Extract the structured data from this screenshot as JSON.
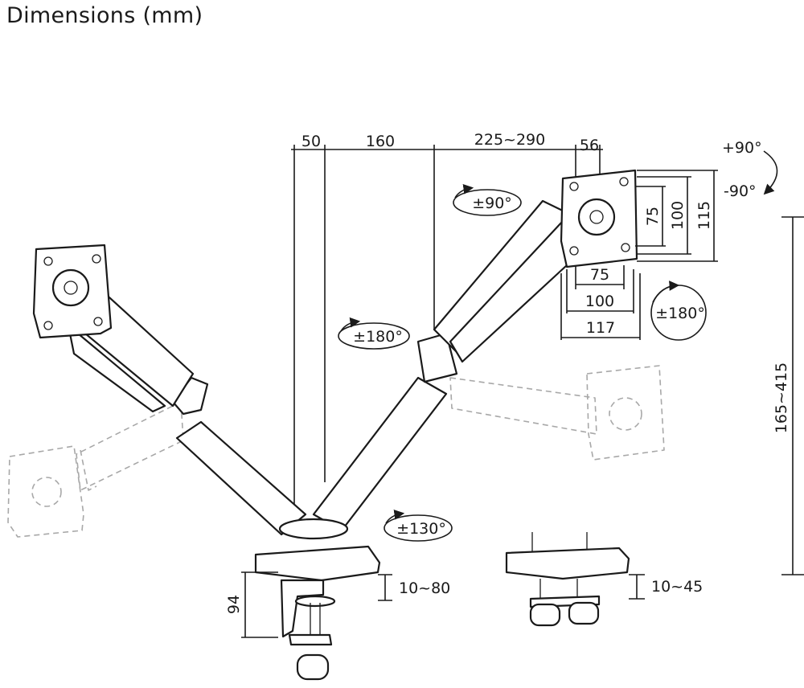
{
  "title": "Dimensions (mm)",
  "dimensions": {
    "top": [
      "50",
      "160",
      "225~290",
      "56"
    ],
    "vesa_horizontal": [
      "75",
      "100",
      "117"
    ],
    "vesa_vertical": [
      "75",
      "100",
      "115"
    ],
    "height_range": "165~415",
    "clamp_height": "94",
    "clamp_thickness": "10~80",
    "grommet_thickness": "10~45"
  },
  "rotations": {
    "tilt_up": "+90°",
    "tilt_down": "-90°",
    "swivel_head": "±90°",
    "rotate_plate": "±180°",
    "arm_swivel": "±180°",
    "base_swivel": "±130°"
  }
}
